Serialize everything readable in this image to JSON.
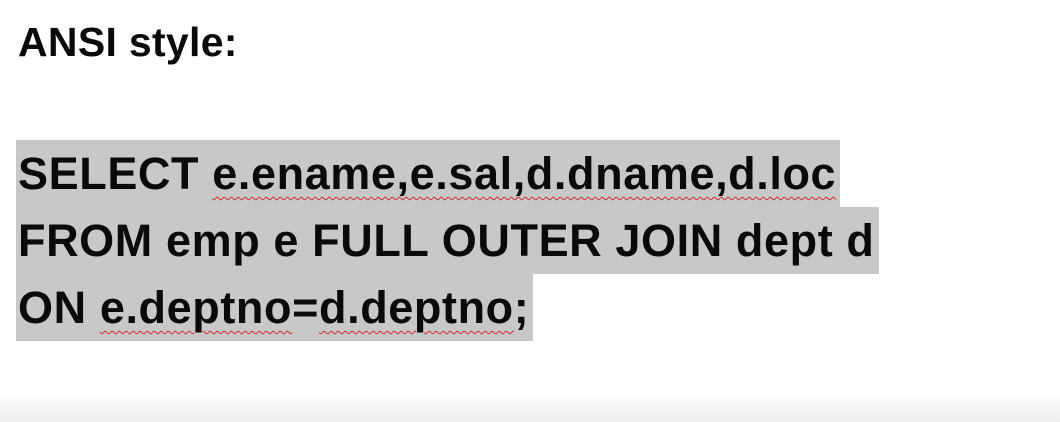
{
  "document": {
    "heading": "ANSI style:",
    "code": {
      "line1": {
        "keyword": "SELECT ",
        "columns": "e.ename,e.sal,d.dname,d.loc"
      },
      "line2": {
        "text": "FROM emp e FULL OUTER JOIN dept d"
      },
      "line3": {
        "keyword": "ON ",
        "left": "e.deptno",
        "operator": "=",
        "right": "d.deptno",
        "terminator": ";"
      }
    },
    "colors": {
      "selection_highlight": "#c8c8c8",
      "spellcheck_underline": "#d22a2a",
      "text": "#0a0a0a"
    }
  }
}
